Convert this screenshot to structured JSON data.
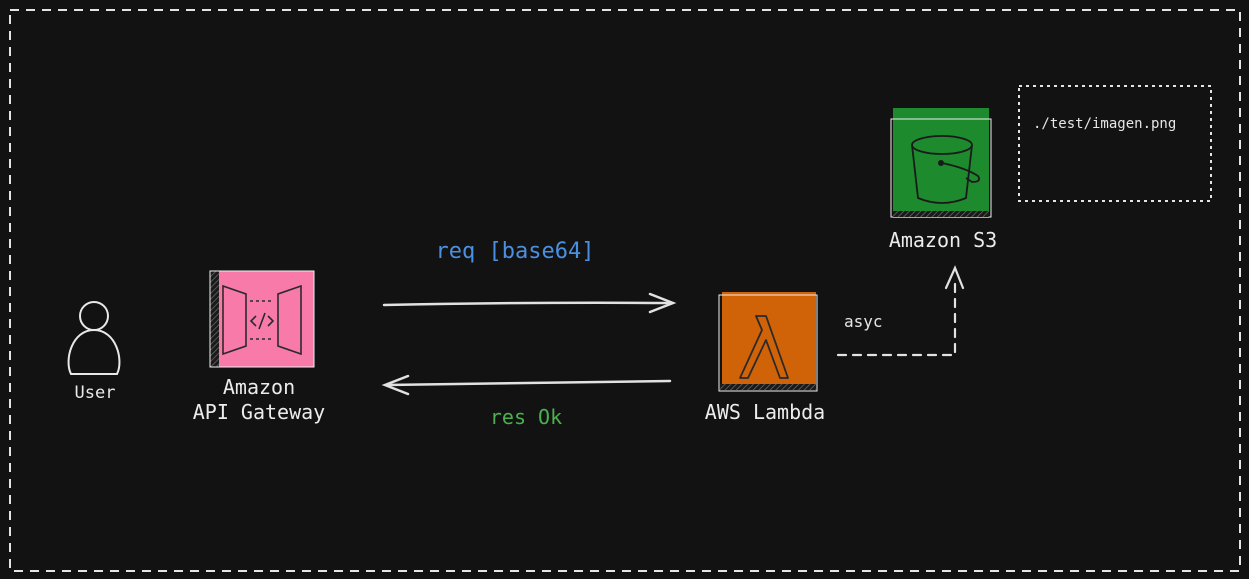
{
  "nodes": {
    "user": {
      "label": "User"
    },
    "api_gateway": {
      "label_line1": "Amazon",
      "label_line2": "API Gateway",
      "color": "#f77aa8"
    },
    "lambda": {
      "label": "AWS Lambda",
      "color": "#d06208"
    },
    "s3": {
      "label": "Amazon S3",
      "color": "#1c8a2d"
    }
  },
  "edges": {
    "request": {
      "label": "req [base64]",
      "color": "#4a90e2"
    },
    "response": {
      "label": "res Ok",
      "color": "#4caf50"
    },
    "async": {
      "label": "asyc"
    }
  },
  "note": {
    "text": "./test/imagen.png"
  }
}
